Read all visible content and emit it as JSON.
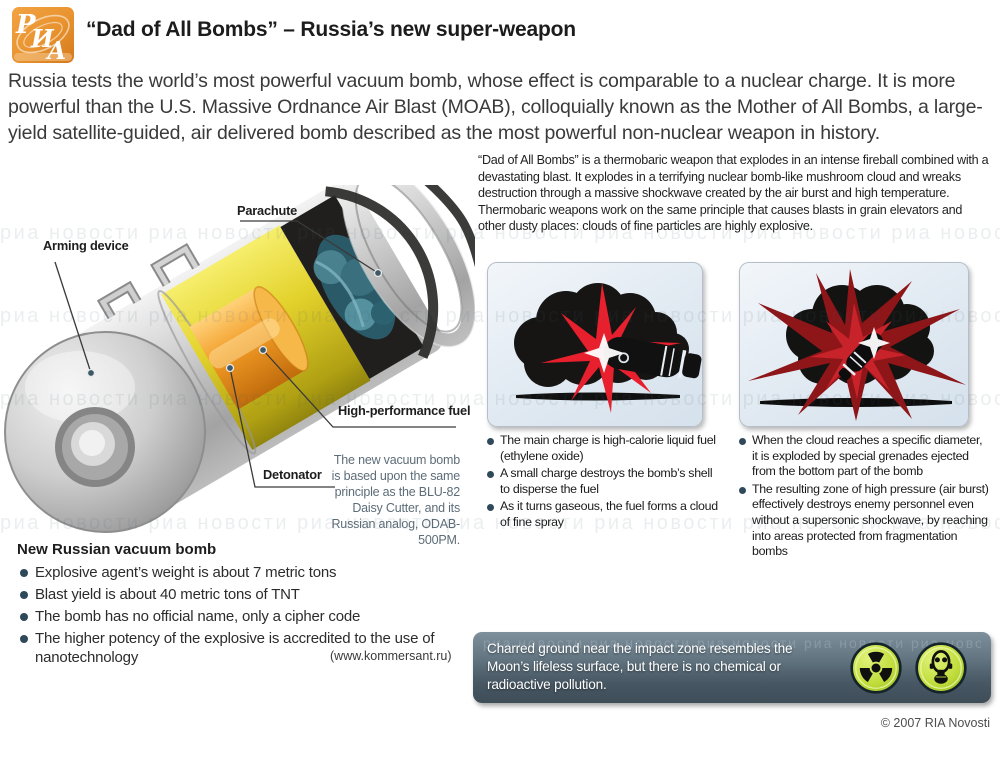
{
  "header": {
    "logo_letters": [
      "Р",
      "И",
      "А"
    ],
    "title": "“Dad of All Bombs” – Russia’s new super-weapon"
  },
  "intro": "Russia tests the world’s most powerful vacuum bomb, whose effect is comparable to a nuclear charge. It is more powerful than the U.S. Massive Ordnance Air Blast (MOAB), colloquially known as the Mother of All Bombs, a large-yield satellite-guided, air delivered bomb described as the most powerful non-nuclear weapon in history.",
  "description": "“Dad of All Bombs” is a thermobaric weapon that explodes in an intense fireball combined with a devastating blast. It explodes in a terrifying nuclear bomb-like mushroom cloud and wreaks destruction through a massive shockwave created by the air burst and high temperature. Thermobaric weapons work on the same principle that causes blasts in grain elevators and other dusty places: clouds of fine particles are highly explosive.",
  "diagram": {
    "labels": {
      "arming_device": "Arming device",
      "parachute": "Parachute",
      "fuel": "High-performance fuel",
      "detonator": "Detonator"
    },
    "note": "The new vacuum bomb is based upon the same principle as the BLU-82 Daisy Cutter, and its Russian analog, ODAB-500PM."
  },
  "specs": {
    "heading": "New Russian vacuum bomb",
    "bullets": [
      "Explosive agent’s weight is about 7 metric tons",
      "Blast yield is about 40 metric tons of TNT",
      "The bomb has no official name, only a cipher code",
      "The higher potency of the explosive is accredited to the use of nanotechnology"
    ],
    "source": "(www.kommersant.ru)"
  },
  "panel_dispersal": {
    "bullets": [
      "The main charge is high-calorie liquid fuel (ethylene oxide)",
      "A small charge destroys the bomb’s shell to disperse the fuel",
      "As it turns gaseous, the fuel forms a cloud of fine spray"
    ]
  },
  "panel_blast": {
    "bullets": [
      "When the cloud reaches a specific diameter, it is exploded by special grenades ejected from the bottom part of the bomb",
      "The resulting zone of high pressure (air burst) effectively destroys enemy personnel even without a supersonic shockwave, by reaching into areas protected from fragmentation bombs"
    ]
  },
  "footer_bar": {
    "text": "Charred ground near the impact zone resembles the Moon’s lifeless surface, but there is no chemical or radioactive pollution."
  },
  "copyright": "© 2007 RIA Novosti",
  "watermark": {
    "text": "риа новости",
    "row": "риа новости   риа новости   риа новости   риа новости   риа новости   риа новости   риа новости   риа новости"
  },
  "colors": {
    "logo_orange": "#e8932f",
    "burst_red": "#e8202e",
    "burst_dark_red": "#8e1518",
    "icon_green": "#bfdc3a",
    "bar_slate": "#566873"
  }
}
